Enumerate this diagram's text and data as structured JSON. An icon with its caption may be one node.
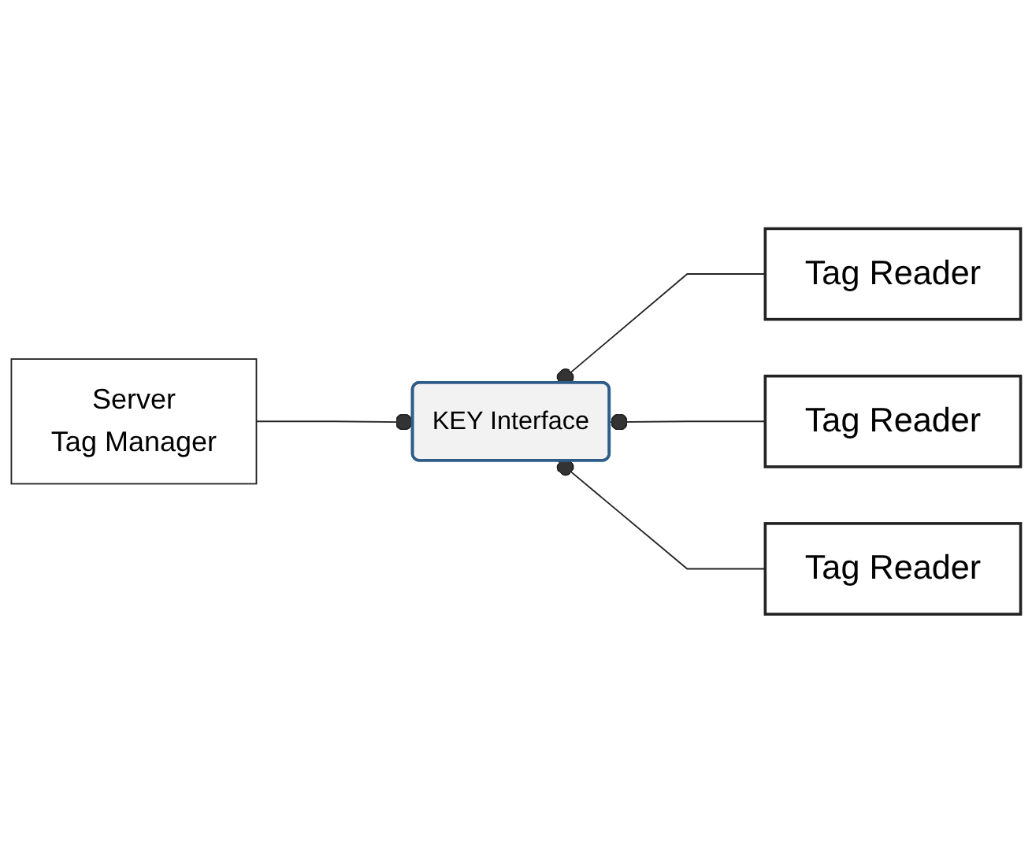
{
  "diagram": {
    "nodes": [
      {
        "text": [
          "Server",
          "Tag Manager"
        ]
      },
      {
        "text": [
          "KEY Interface"
        ]
      },
      {
        "text": [
          "Tag Reader"
        ]
      },
      {
        "text": [
          "Tag Reader"
        ]
      },
      {
        "text": [
          "Tag Reader"
        ]
      }
    ],
    "edges": [
      {
        "from": 0,
        "to": 1,
        "arrow": "other"
      },
      {
        "from": 2,
        "to": 1,
        "arrow": "other"
      },
      {
        "from": 3,
        "to": 1,
        "arrow": "other"
      },
      {
        "from": 4,
        "to": 1,
        "arrow": "other"
      }
    ]
  }
}
